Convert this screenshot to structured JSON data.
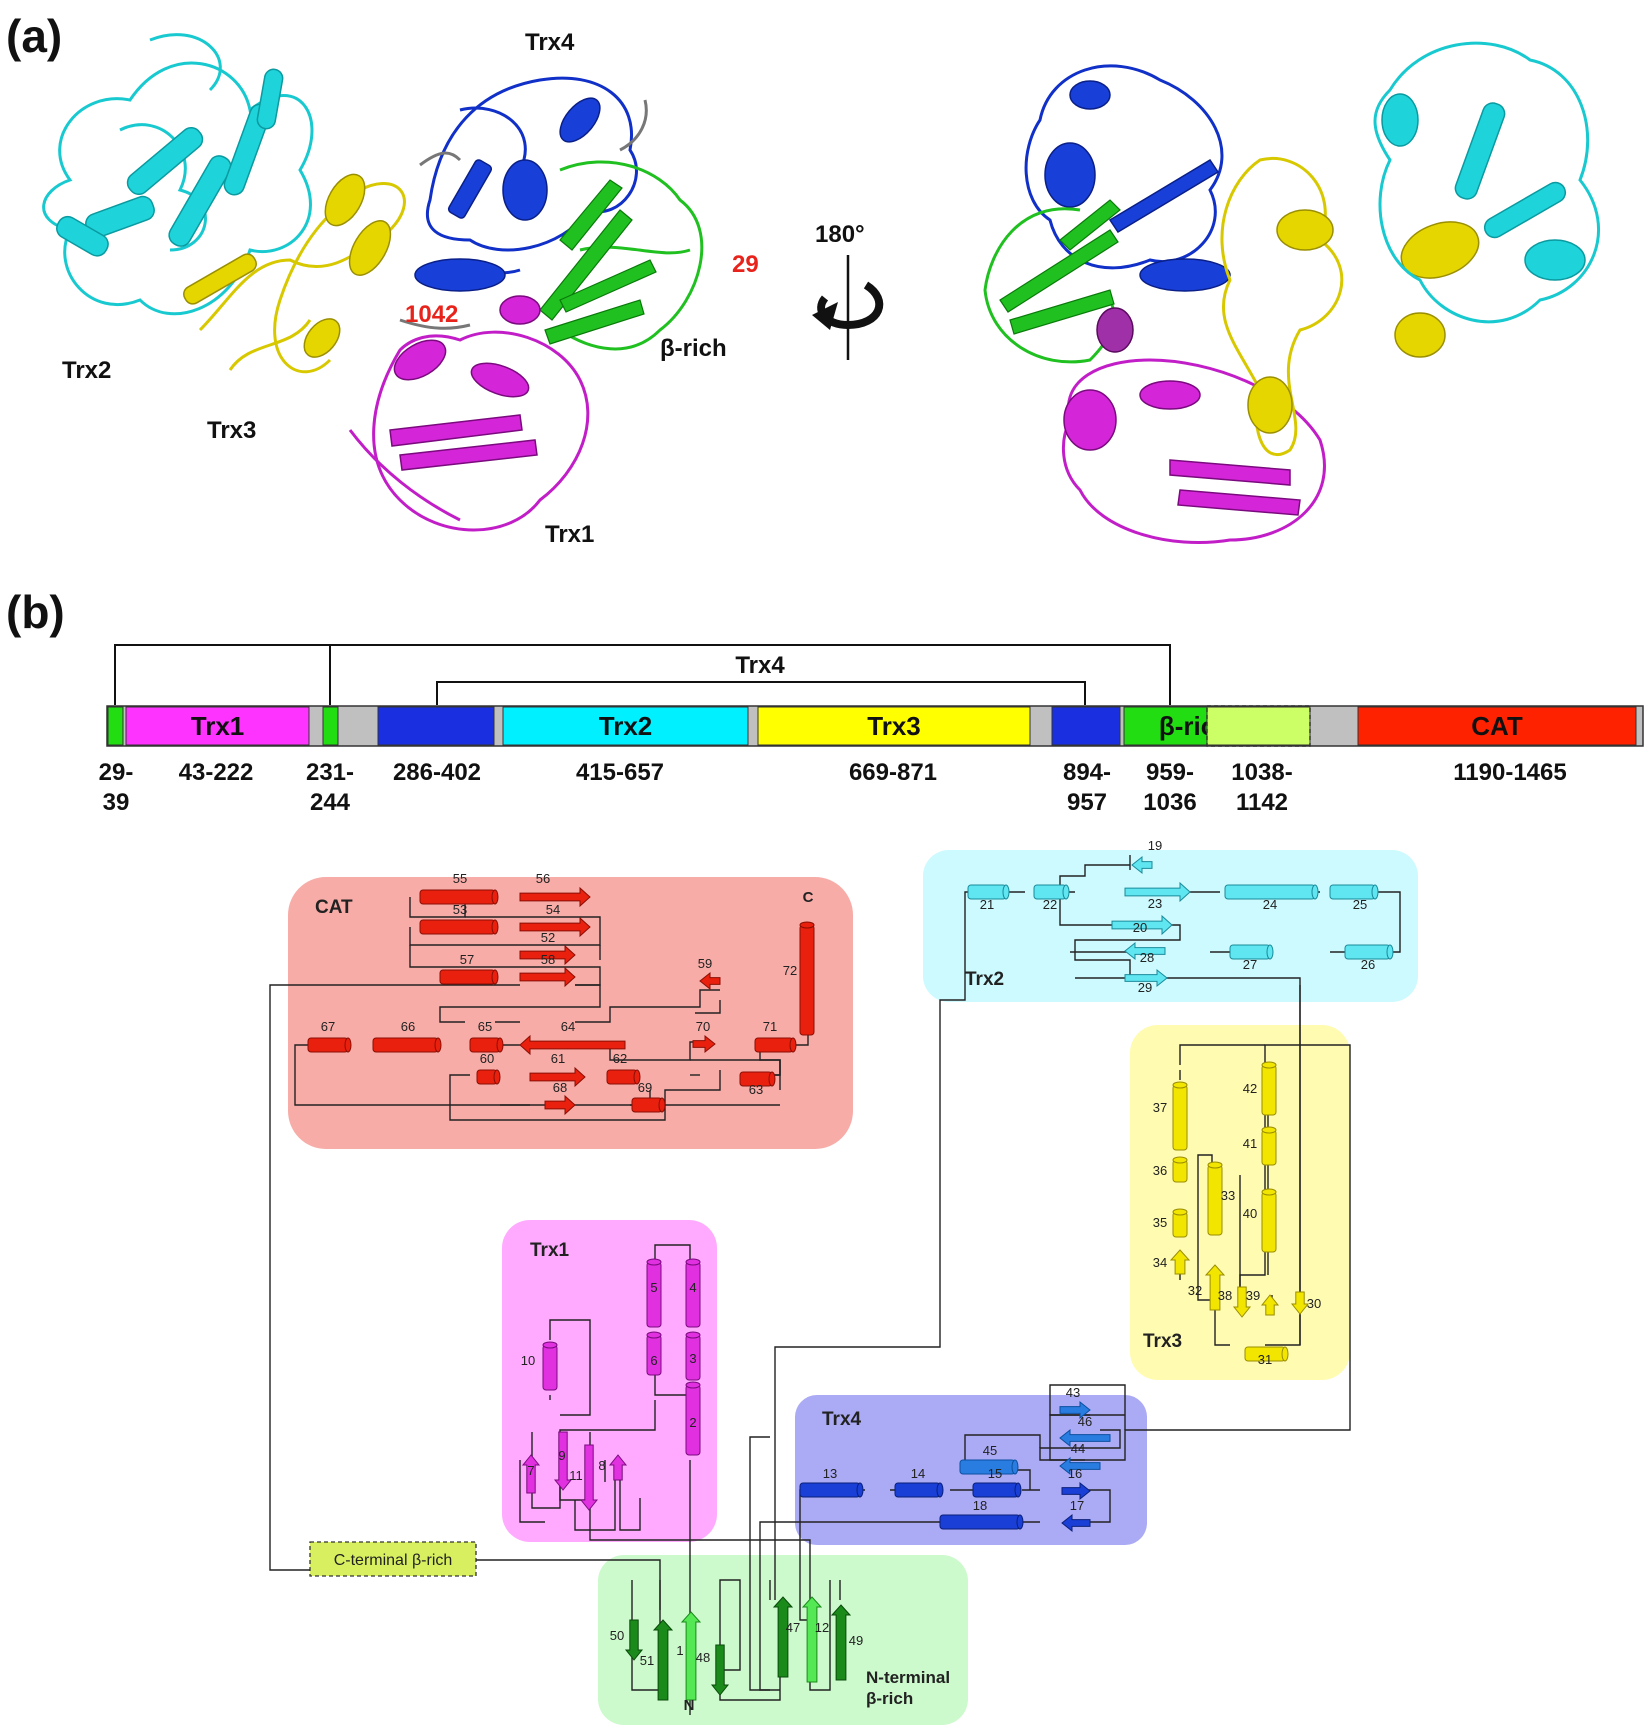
{
  "panels": {
    "a": "(a)",
    "b": "(b)"
  },
  "structure": {
    "labels": {
      "trx4": "Trx4",
      "trx2": "Trx2",
      "trx3": "Trx3",
      "trx1": "Trx1",
      "beta_rich": "β-rich"
    },
    "residue_markers": {
      "start": "29",
      "end": "1042"
    },
    "rotation": "180°"
  },
  "domain_bar": {
    "bracket_label": "Trx4",
    "segments": [
      {
        "name": "",
        "color": "#22dd11"
      },
      {
        "name": "Trx1",
        "color": "#ff33ff"
      },
      {
        "name": "",
        "color": "#22dd11"
      },
      {
        "name": "",
        "color": "#1a2fe0"
      },
      {
        "name": "Trx2",
        "color": "#00f0ff"
      },
      {
        "name": "Trx3",
        "color": "#ffff00"
      },
      {
        "name": "",
        "color": "#1a2fe0"
      },
      {
        "name": "β-rich",
        "color": "#22dd11"
      },
      {
        "name": "",
        "color": "#ccff66"
      },
      {
        "name": "CAT",
        "color": "#ff2200"
      }
    ],
    "ranges": [
      {
        "l1": "29-",
        "l2": "39"
      },
      {
        "l1": "43-222",
        "l2": ""
      },
      {
        "l1": "231-",
        "l2": "244"
      },
      {
        "l1": "286-402",
        "l2": ""
      },
      {
        "l1": "415-657",
        "l2": ""
      },
      {
        "l1": "669-871",
        "l2": ""
      },
      {
        "l1": "894-",
        "l2": "957"
      },
      {
        "l1": "959-",
        "l2": "1036"
      },
      {
        "l1": "1038-",
        "l2": "1142"
      },
      {
        "l1": "1190-1465",
        "l2": ""
      }
    ]
  },
  "topology": {
    "boxes": {
      "cat": "CAT",
      "trx2": "Trx2",
      "trx3": "Trx3",
      "trx1": "Trx1",
      "trx4": "Trx4",
      "nterm_line1": "N-terminal",
      "nterm_line2": "β-rich",
      "cterm": "C-terminal β-rich"
    },
    "termini": {
      "n": "N",
      "c": "C"
    },
    "colors": {
      "cat": "#e8200d",
      "trx2": "#5fe6f0",
      "trx3": "#f2e600",
      "trx1": "#e030e0",
      "trx4_dark": "#1a3fd6",
      "trx4_light": "#2a7de0",
      "beta_dark": "#1a8a1a",
      "beta_light": "#55e855"
    }
  }
}
